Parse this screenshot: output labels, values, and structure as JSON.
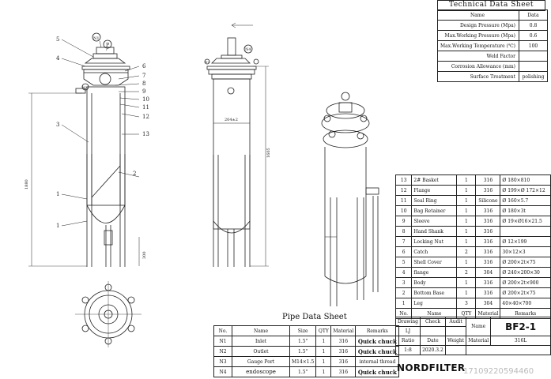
{
  "technical": {
    "title": "Technical Data Sheet",
    "header": {
      "name": "Name",
      "data": "Data"
    },
    "rows": [
      {
        "name": "Design Pressure (Mpa)",
        "data": "0.8"
      },
      {
        "name": "Max.Working Pressure (Mpa)",
        "data": "0.6"
      },
      {
        "name": "Max.Working Temperature (℃)",
        "data": "100"
      },
      {
        "name": "Weld Factor",
        "data": ""
      },
      {
        "name": "Corrosion Allowance (mm)",
        "data": ""
      },
      {
        "name": "Surface Treatment",
        "data": "polishing"
      }
    ]
  },
  "bom": {
    "rows": [
      {
        "no": "13",
        "name": "2# Basket",
        "qty": "1",
        "mat": "316",
        "rem": "Ø 180×810"
      },
      {
        "no": "12",
        "name": "Flange",
        "qty": "1",
        "mat": "316",
        "rem": "Ø 199×Ø 172×12"
      },
      {
        "no": "11",
        "name": "Seal Ring",
        "qty": "1",
        "mat": "Silicone",
        "rem": "Ø 160×5.7"
      },
      {
        "no": "10",
        "name": "Bag Retainer",
        "qty": "1",
        "mat": "316",
        "rem": "Ø 180×3t"
      },
      {
        "no": "9",
        "name": "Sleeve",
        "qty": "1",
        "mat": "316",
        "rem": "Ø 19×Ø16×21.5"
      },
      {
        "no": "8",
        "name": "Hand Shank",
        "qty": "1",
        "mat": "316",
        "rem": ""
      },
      {
        "no": "7",
        "name": "Locking Nut",
        "qty": "1",
        "mat": "316",
        "rem": "Ø 12×199"
      },
      {
        "no": "6",
        "name": "Catch",
        "qty": "2",
        "mat": "316",
        "rem": "30×12×3"
      },
      {
        "no": "5",
        "name": "Shell Cover",
        "qty": "1",
        "mat": "316",
        "rem": "Ø 200×2t×75"
      },
      {
        "no": "4",
        "name": "flange",
        "qty": "2",
        "mat": "304",
        "rem": "Ø 240×200×30"
      },
      {
        "no": "3",
        "name": "Body",
        "qty": "1",
        "mat": "316",
        "rem": "Ø 200×2t×900"
      },
      {
        "no": "2",
        "name": "Bottom Base",
        "qty": "1",
        "mat": "316",
        "rem": "Ø 200×2t×75"
      },
      {
        "no": "1",
        "name": "Leg",
        "qty": "3",
        "mat": "304",
        "rem": "40×40×700"
      }
    ],
    "header": {
      "no": "No.",
      "name": "Name",
      "qty": "QTY",
      "mat": "Material",
      "rem": "Remarks"
    }
  },
  "title_block": {
    "drawing": "Drawing",
    "check": "Check",
    "audit": "Audit",
    "name_label": "Name",
    "model": "BF2-1",
    "drawer": "LJ",
    "ratio_label": "Ratio",
    "date_label": "Date",
    "weight_label": "Weight",
    "material_label": "Material",
    "material": "316L",
    "ratio": "1:8",
    "date": "2020.3.2"
  },
  "pipe": {
    "title": "Pipe Data Sheet",
    "header": {
      "no": "No.",
      "name": "Name",
      "size": "Size",
      "qty": "QTY",
      "mat": "Material",
      "rem": "Remarks"
    },
    "rows": [
      {
        "no": "N1",
        "name": "Inlet",
        "size": "1.5\"",
        "qty": "1",
        "mat": "316",
        "rem": "Quick chuck"
      },
      {
        "no": "N2",
        "name": "Outlet",
        "size": "1.5\"",
        "qty": "1",
        "mat": "316",
        "rem": "Quick chuck"
      },
      {
        "no": "N3",
        "name": "Gauge Port",
        "size": "M14×1.5",
        "qty": "1",
        "mat": "316",
        "rem": "internal thread"
      },
      {
        "no": "N4",
        "name": "endoscope",
        "size": "1.5\"",
        "qty": "1",
        "mat": "316",
        "rem": "Quick chuck"
      }
    ]
  },
  "drawing": {
    "dims": {
      "height_main": "1880",
      "height_right": "1605",
      "width": "204±2",
      "leg": "300"
    },
    "callouts": [
      "5",
      "4",
      "3",
      "1",
      "1",
      "6",
      "7",
      "8",
      "9",
      "10",
      "11",
      "12",
      "13",
      "2"
    ],
    "nozzles": [
      "N1",
      "P",
      "N2",
      "N4",
      "N2"
    ]
  },
  "brand": "NORDFILTER",
  "watermark": "17109220594460"
}
